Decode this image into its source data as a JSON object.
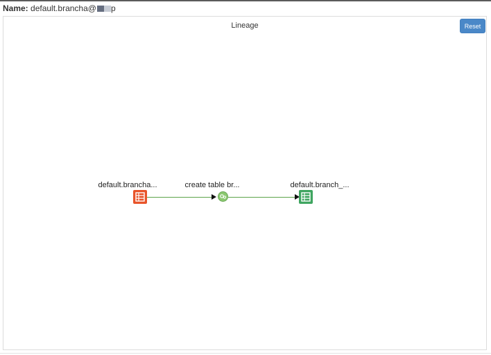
{
  "header": {
    "name_label": "Name:",
    "name_value": "default.brancha@",
    "name_suffix": "p"
  },
  "panel": {
    "title": "Lineage",
    "reset_label": "Reset"
  },
  "lineage": {
    "nodes": [
      {
        "label": "default.brancha...",
        "type": "table-input",
        "color": "#e8542a"
      },
      {
        "label": "create table br...",
        "type": "process",
        "color": "#8bc870"
      },
      {
        "label": "default.branch_...",
        "type": "table-output",
        "color": "#3fa560"
      }
    ],
    "edge_color": "#5ca44a"
  }
}
